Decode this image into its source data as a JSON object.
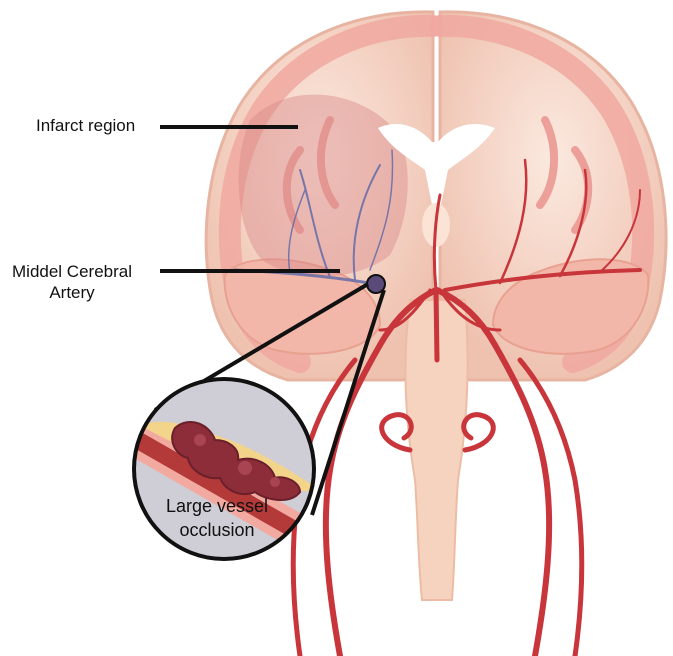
{
  "labels": {
    "infarct_region": "Infarct region",
    "mca_line1": "Middel Cerebral",
    "mca_line2": "Artery",
    "occlusion_line1": "Large vessel",
    "occlusion_line2": "occlusion"
  },
  "colors": {
    "brain_outer": "#f2c9b8",
    "cortex": "#f0a8a0",
    "white_matter": "#f8e4d6",
    "infarct_overlay": "#d98a8a",
    "artery": "#c8353a",
    "vein_blue": "#6c6fa8",
    "ventricle": "#ffffff",
    "pointer_line": "#111111",
    "occlusion_clot": "#8e2d3a",
    "plaque": "#f2d48a"
  }
}
